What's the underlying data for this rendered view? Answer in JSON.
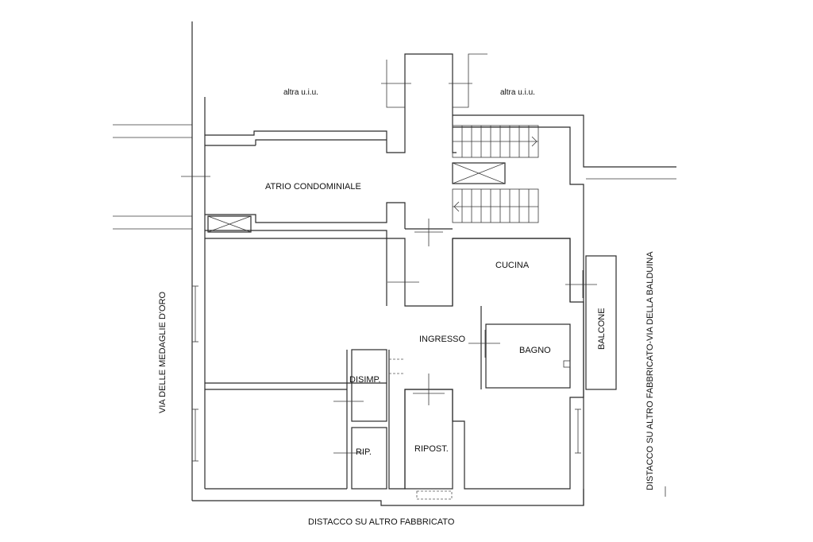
{
  "labels": {
    "other_unit_left": "altra u.i.u.",
    "other_unit_right": "altra u.i.u.",
    "atrium": "ATRIO CONDOMINIALE",
    "kitchen": "CUCINA",
    "entrance": "INGRESSO",
    "bathroom": "BAGNO",
    "balcony": "BALCONE",
    "hallway": "DISIMP.",
    "closet": "RIP.",
    "storage": "RIPOST.",
    "street_left": "VIA DELLE MEDAGLIE D'ORO",
    "street_right": "DISTACCO SU ALTRO FABBRICATO-VIA DELLA BALDUINA",
    "bottom_note": "DISTACCO SU ALTRO FABBRICATO"
  }
}
